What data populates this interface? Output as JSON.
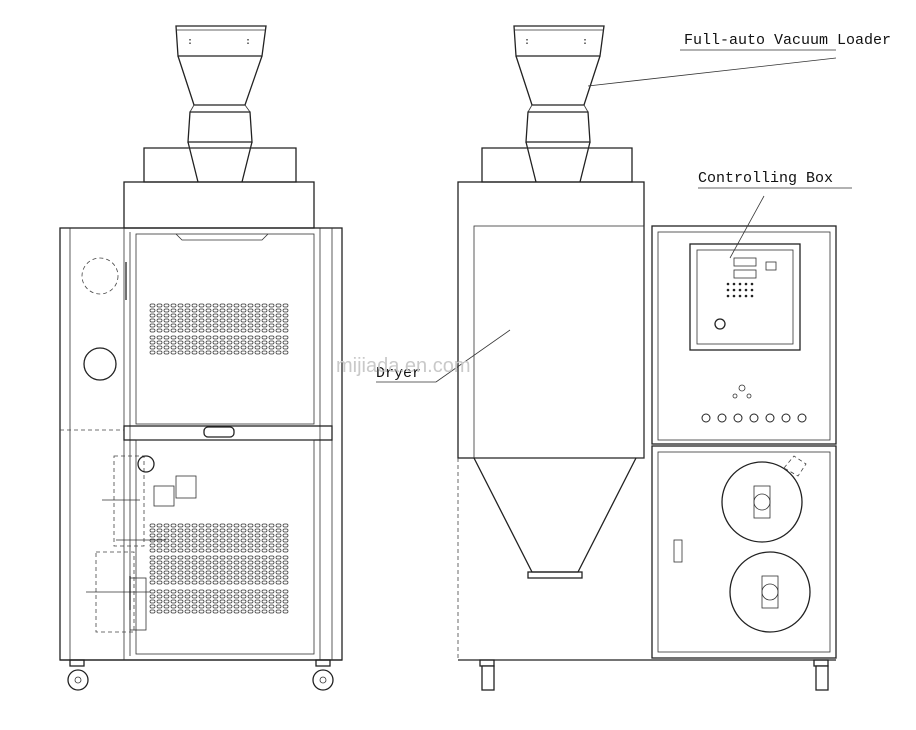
{
  "labels": {
    "loader": "Full-auto Vacuum Loader",
    "controlling_box": "Controlling Box",
    "dryer": "Dryer"
  },
  "watermark": "mijiada.en.com",
  "colors": {
    "line": "#222222",
    "background": "#ffffff",
    "watermark": "#c9c9c9"
  }
}
